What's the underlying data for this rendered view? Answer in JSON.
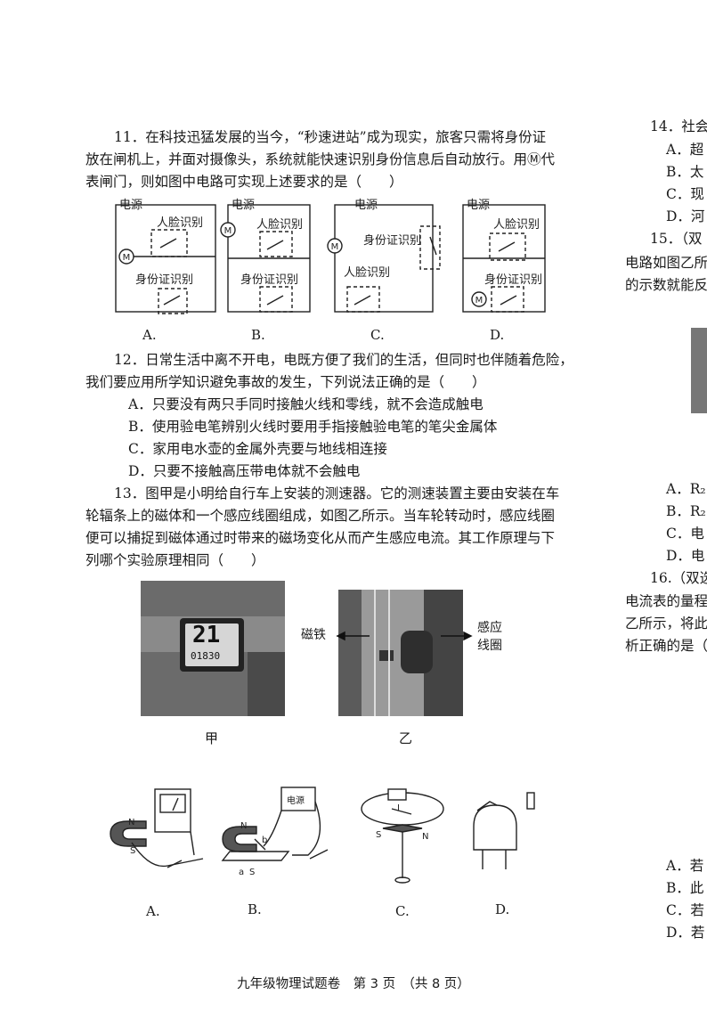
{
  "q11": {
    "line1": "11．在科技迅猛发展的当今，“秒速进站”成为现实，旅客只需将身份证",
    "line2": "放在闸机上，并面对摄像头，系统就能快速识别身份信息后自动放行。用Ⓜ代",
    "line3": "表闸门，则如图中电路可实现上述要求的是（　　）",
    "circuit_power": "电源",
    "circuit_face": "人脸识别",
    "circuit_id": "身份证识别",
    "motor": "M",
    "options": [
      "A.",
      "B.",
      "C.",
      "D."
    ]
  },
  "q12": {
    "line1": "12．日常生活中离不开电，电既方便了我们的生活，但同时也伴随着危险，",
    "line2": "我们要应用所学知识避免事故的发生，下列说法正确的是（　　）",
    "options": [
      "A．只要没有两只手同时接触火线和零线，就不会造成触电",
      "B．使用验电笔辨别火线时要用手指接触验电笔的笔尖金属体",
      "C．家用电水壶的金属外壳要与地线相连接",
      "D．只要不接触高压带电体就不会触电"
    ]
  },
  "q13": {
    "line1": "13．图甲是小明给自行车上安装的测速器。它的测速装置主要由安装在车",
    "line2": "轮辐条上的磁体和一个感应线圈组成，如图乙所示。当车轮转动时，感应线圈",
    "line3": "便可以捕捉到磁体通过时带来的磁场变化从而产生感应电流。其工作原理与下",
    "line4": "列哪个实验原理相同（　　）",
    "photo_a_label": "甲",
    "photo_b_label": "乙",
    "display_big": "21",
    "display_small": "01830",
    "magnet_label": "磁铁",
    "coil_label_1": "感应",
    "coil_label_2": "线圈",
    "exp_power": "电源",
    "pole_n": "N",
    "pole_s": "S",
    "wire_a": "a",
    "wire_b": "b",
    "current_i": "I",
    "options": [
      "A.",
      "B.",
      "C.",
      "D."
    ]
  },
  "right_column": {
    "q14_head": "14．社会",
    "q14_opts": [
      "A．超",
      "B．太",
      "C．现",
      "D．河"
    ],
    "q15_head": "15．（双",
    "q15_l2": "电路如图乙所",
    "q15_l3": "的示数就能反",
    "q15_opts": [
      "A．R₂",
      "B．R₂",
      "C．电",
      "D．电"
    ],
    "q16_head": "16.（双选",
    "q16_l2": "电流表的量程",
    "q16_l3": "乙所示，将此",
    "q16_l4": "析正确的是（",
    "q16_opts": [
      "A．若",
      "B．此",
      "C．若",
      "D．若"
    ]
  },
  "footer": "九年级物理试题卷　第 3 页　（共 8 页）"
}
